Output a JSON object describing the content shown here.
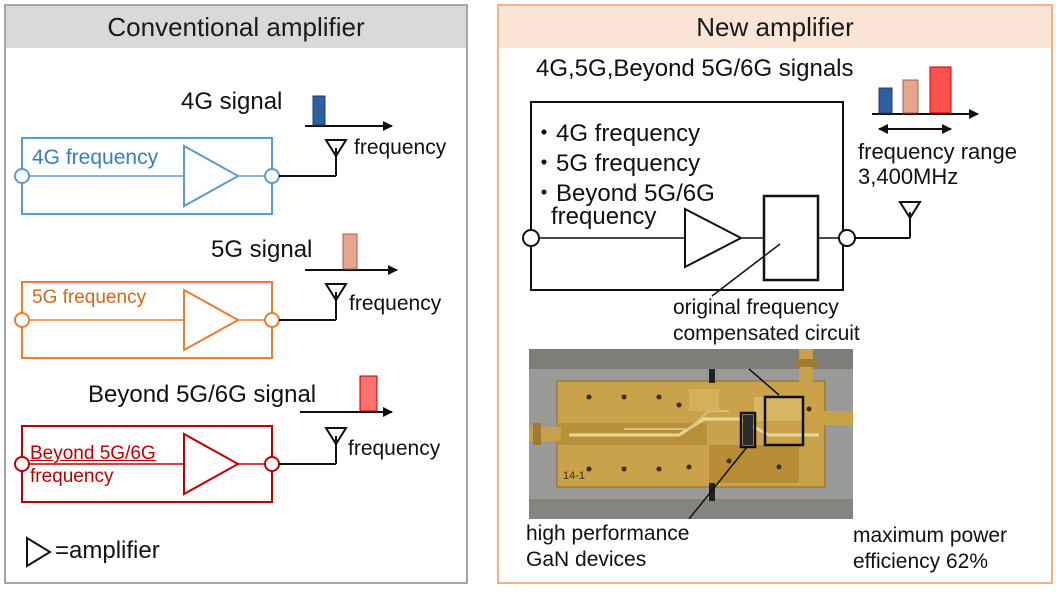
{
  "conventional": {
    "title": "Conventional amplifier",
    "signals": [
      {
        "label": "4G signal",
        "box_label": "4G frequency",
        "axis_label": "frequency",
        "color": "#5b9bd5",
        "bar_color": "#2e5fa3"
      },
      {
        "label": "5G signal",
        "box_label": "5G frequency",
        "axis_label": "frequency",
        "color": "#ed7d31",
        "bar_color": "#e6a58e"
      },
      {
        "label": "Beyond 5G/6G signal",
        "box_label_line1": "Beyond 5G/6G",
        "box_label_line2": "frequency",
        "axis_label": "frequency",
        "color": "#c00000",
        "bar_color": "#ff7070"
      }
    ],
    "legend": "=amplifier"
  },
  "new": {
    "title": "New amplifier",
    "signals_label": "4G,5G,Beyond 5G/6G signals",
    "freq_list": [
      "・4G frequency",
      "・5G frequency",
      "・Beyond 5G/6G",
      "frequency"
    ],
    "range_label": "frequency range",
    "range_value": "3,400MHz",
    "circuit_label_line1": "original frequency",
    "circuit_label_line2": "compensated circuit",
    "device_label_line1": "high performance",
    "device_label_line2": "GaN devices",
    "efficiency_line1": "maximum power",
    "efficiency_line2": "efficiency 62%",
    "photo_text": "14-1",
    "bar_colors": [
      "#2e5fa3",
      "#e6a58e",
      "#ff5050"
    ]
  }
}
